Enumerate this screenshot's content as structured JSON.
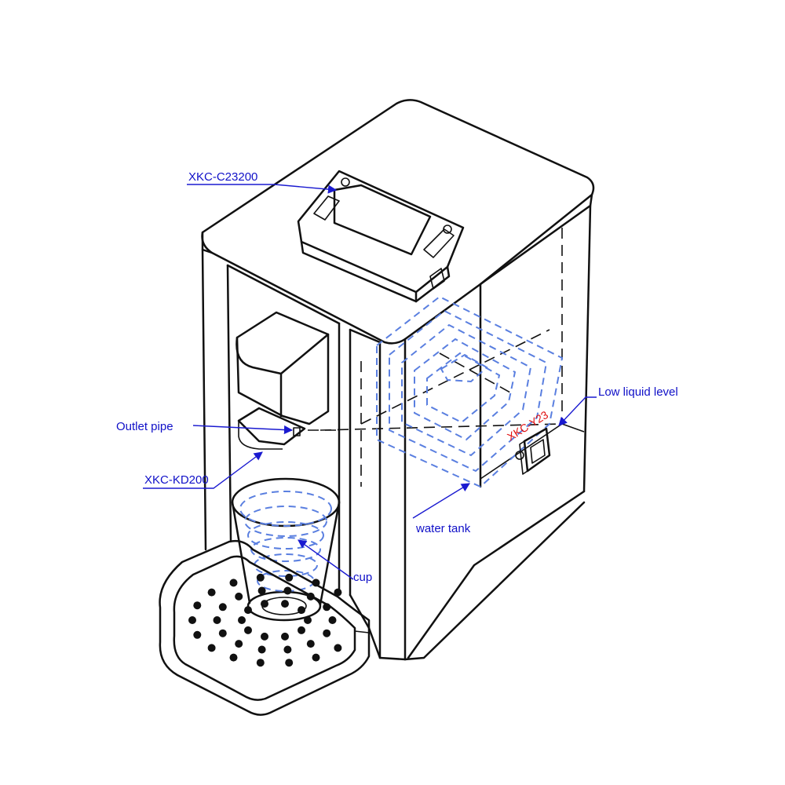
{
  "labels": {
    "top_sensor": "XKC-C23200",
    "outlet_pipe": "Outlet pipe",
    "outlet_sensor": "XKC-KD200",
    "low_level": "Low liquid level",
    "level_sensor": "XKC-Y23",
    "water_tank": "water tank",
    "cup": "cup"
  },
  "colors": {
    "label": "#1010c8",
    "sensor_label": "#e01010",
    "water": "#5a7fe0",
    "outline": "#111111"
  }
}
